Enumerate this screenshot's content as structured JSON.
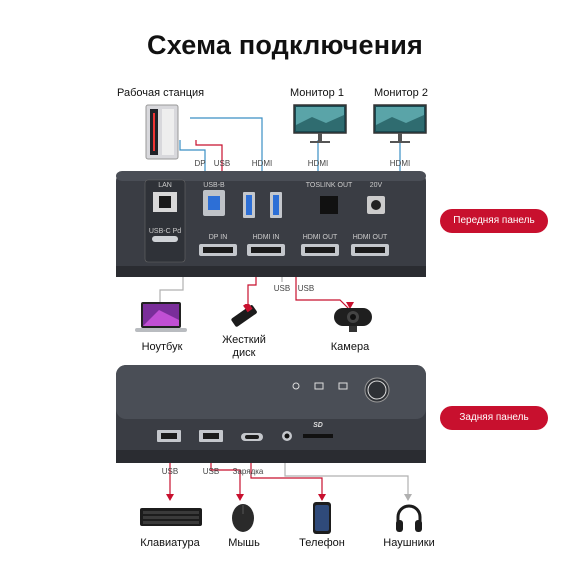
{
  "title": "Схема подключения",
  "top": {
    "workstation": "Рабочая станция",
    "monitor1": "Монитор 1",
    "monitor2": "Монитор 2",
    "wire_labels": {
      "dp": "DP",
      "usb": "USB",
      "hdmi_in": "HDMI",
      "hdmi1": "HDMI",
      "hdmi2": "HDMI"
    }
  },
  "front_panel": {
    "badge": "Передняя панель",
    "port_labels": {
      "lan": "LAN",
      "usbc_pd": "USB-C Pd",
      "usbb": "USB-B",
      "dp_in": "DP IN",
      "hdmi_in": "HDMI IN",
      "toslink": "TOSLINK OUT",
      "dc": "20V",
      "hdmi_out1": "HDMI OUT",
      "hdmi_out2": "HDMI OUT"
    },
    "usb_labels": {
      "left": "USB",
      "right": "USB"
    },
    "devices": {
      "laptop": "Ноутбук",
      "drive": "Жесткий диск",
      "camera": "Камера"
    }
  },
  "back_panel": {
    "badge": "Задняя панель",
    "port_labels": {
      "sd": "SD"
    },
    "wire_labels": {
      "usb1": "USB",
      "usb2": "USB",
      "charge": "Зарядка"
    },
    "devices": {
      "keyboard": "Клавиатура",
      "mouse": "Мышь",
      "phone": "Телефон",
      "headphones": "Наушники"
    }
  },
  "colors": {
    "accent": "#c8102e",
    "wire_blue": "#3b8fc4",
    "wire_red": "#c8102e",
    "wire_gray": "#b0b0b0",
    "hub": "#3a3d44"
  }
}
